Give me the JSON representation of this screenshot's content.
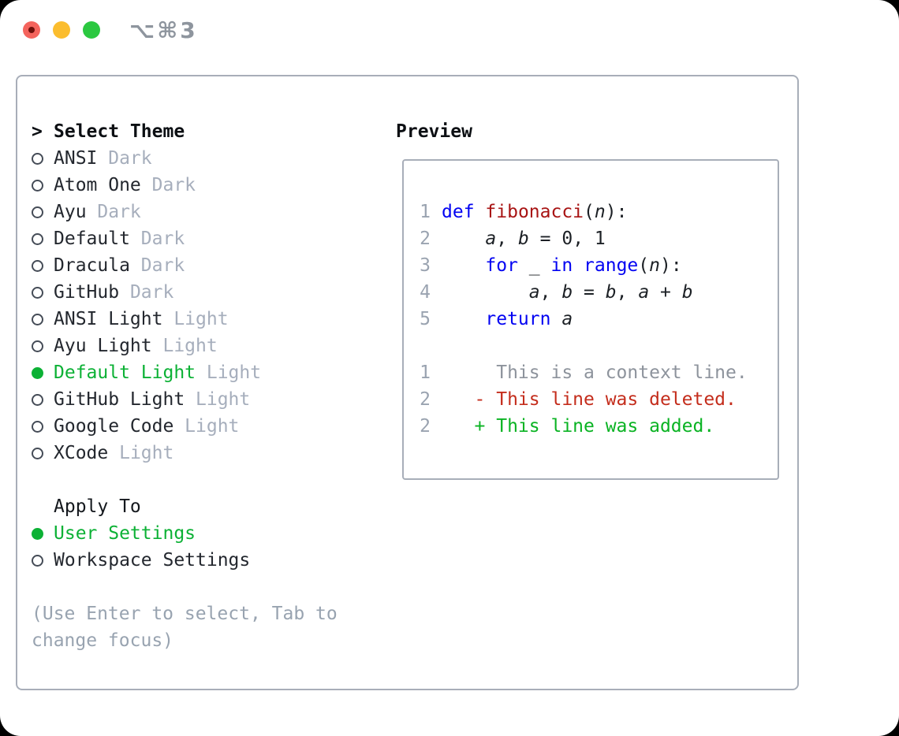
{
  "window": {
    "title": "⌥⌘3"
  },
  "theme_picker": {
    "prompt": ">",
    "header": "Select Theme",
    "items": [
      {
        "name": "ANSI",
        "tag": "Dark",
        "selected": false
      },
      {
        "name": "Atom One",
        "tag": "Dark",
        "selected": false
      },
      {
        "name": "Ayu",
        "tag": "Dark",
        "selected": false
      },
      {
        "name": "Default",
        "tag": "Dark",
        "selected": false
      },
      {
        "name": "Dracula",
        "tag": "Dark",
        "selected": false
      },
      {
        "name": "GitHub",
        "tag": "Dark",
        "selected": false
      },
      {
        "name": "ANSI Light",
        "tag": "Light",
        "selected": false
      },
      {
        "name": "Ayu Light",
        "tag": "Light",
        "selected": false
      },
      {
        "name": "Default Light",
        "tag": "Light",
        "selected": true
      },
      {
        "name": "GitHub Light",
        "tag": "Light",
        "selected": false
      },
      {
        "name": "Google Code",
        "tag": "Light",
        "selected": false
      },
      {
        "name": "XCode",
        "tag": "Light",
        "selected": false
      }
    ]
  },
  "apply_to": {
    "header": "Apply To",
    "options": [
      {
        "label": "User Settings",
        "selected": true
      },
      {
        "label": "Workspace Settings",
        "selected": false
      }
    ]
  },
  "hint": "(Use Enter to select, Tab to change focus)",
  "preview": {
    "header": "Preview",
    "lines": [
      {
        "num": "1",
        "tokens": [
          {
            "t": "def",
            "c": "kw"
          },
          {
            "t": " ",
            "c": "pl"
          },
          {
            "t": "fibonacci",
            "c": "fn"
          },
          {
            "t": "(",
            "c": "pl"
          },
          {
            "t": "n",
            "c": "va"
          },
          {
            "t": "):",
            "c": "pl"
          }
        ]
      },
      {
        "num": "2",
        "tokens": [
          {
            "t": "    ",
            "c": "pl"
          },
          {
            "t": "a",
            "c": "va"
          },
          {
            "t": ", ",
            "c": "pl"
          },
          {
            "t": "b",
            "c": "va"
          },
          {
            "t": " = 0, 1",
            "c": "pl"
          }
        ]
      },
      {
        "num": "3",
        "tokens": [
          {
            "t": "    ",
            "c": "pl"
          },
          {
            "t": "for",
            "c": "kw"
          },
          {
            "t": " _ ",
            "c": "pl"
          },
          {
            "t": "in",
            "c": "kw"
          },
          {
            "t": " ",
            "c": "pl"
          },
          {
            "t": "range",
            "c": "kw"
          },
          {
            "t": "(",
            "c": "pl"
          },
          {
            "t": "n",
            "c": "va"
          },
          {
            "t": "):",
            "c": "pl"
          }
        ]
      },
      {
        "num": "4",
        "tokens": [
          {
            "t": "        ",
            "c": "pl"
          },
          {
            "t": "a",
            "c": "va"
          },
          {
            "t": ", ",
            "c": "pl"
          },
          {
            "t": "b",
            "c": "va"
          },
          {
            "t": " = ",
            "c": "pl"
          },
          {
            "t": "b",
            "c": "va"
          },
          {
            "t": ", ",
            "c": "pl"
          },
          {
            "t": "a",
            "c": "va"
          },
          {
            "t": " + ",
            "c": "pl"
          },
          {
            "t": "b",
            "c": "va"
          }
        ]
      },
      {
        "num": "5",
        "tokens": [
          {
            "t": "    ",
            "c": "pl"
          },
          {
            "t": "return",
            "c": "kw"
          },
          {
            "t": " ",
            "c": "pl"
          },
          {
            "t": "a",
            "c": "va"
          }
        ]
      },
      {
        "num": "",
        "tokens": []
      },
      {
        "num": "1",
        "tokens": [
          {
            "t": "     This is a context line.",
            "c": "ctx"
          }
        ]
      },
      {
        "num": "2",
        "tokens": [
          {
            "t": "   - This line was deleted.",
            "c": "del"
          }
        ]
      },
      {
        "num": "2",
        "tokens": [
          {
            "t": "   + This line was added.",
            "c": "add"
          }
        ]
      }
    ]
  },
  "colors": {
    "accent_green": "#0cb135",
    "kw_blue": "#0202f2",
    "fn_red": "#a81414",
    "del_red": "#c42d1c",
    "add_green": "#0ab323",
    "num_gray": "#9aa3b0",
    "ctx_gray": "#8d939c",
    "tag_gray": "#a6aebc",
    "hint_gray": "#98a3b0",
    "text_dark": "#23272e",
    "border_gray": "#a8aeb9",
    "traffic_red": "#f4645d",
    "traffic_yellow": "#fbbd2e",
    "traffic_green": "#2bc840"
  }
}
